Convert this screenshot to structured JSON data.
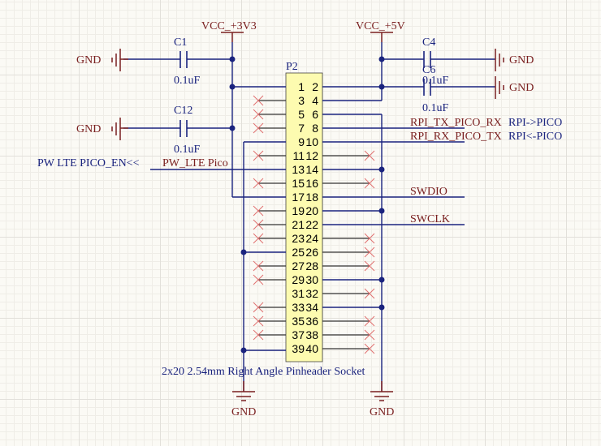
{
  "designator": "P2",
  "description": "2x20 2.54mm Right Angle Pinheader Socket",
  "power": {
    "vcc33": "VCC_+3V3",
    "vcc5": "VCC_+5V",
    "gnd": "GND"
  },
  "capacitors": [
    {
      "ref": "C1",
      "value": "0.1uF"
    },
    {
      "ref": "C12",
      "value": "0.1uF"
    },
    {
      "ref": "C4",
      "value": "0.1uF"
    },
    {
      "ref": "C6",
      "value": "0.1uF"
    }
  ],
  "net_labels": {
    "pw_lte": "PW_LTE Pico",
    "rpi_tx": "RPI_TX_PICO_RX",
    "rpi_rx": "RPI_RX_PICO_TX",
    "swdio": "SWDIO",
    "swclk": "SWCLK"
  },
  "ports": {
    "pw_en": "PW LTE PICO_EN<<",
    "rpi_to_pico": "RPI->PICO",
    "pico_to_rpi": "RPI<-PICO"
  },
  "pins_left": [
    "1",
    "3",
    "5",
    "7",
    "9",
    "11",
    "13",
    "15",
    "17",
    "19",
    "21",
    "23",
    "25",
    "27",
    "29",
    "31",
    "33",
    "35",
    "37",
    "39"
  ],
  "pins_right": [
    "2",
    "4",
    "6",
    "8",
    "10",
    "12",
    "14",
    "16",
    "18",
    "20",
    "22",
    "24",
    "26",
    "28",
    "30",
    "32",
    "34",
    "36",
    "38",
    "40"
  ],
  "colors": {
    "wire": "#1a237e",
    "power": "#7a2020",
    "body": "#fdfbb0",
    "noconnect": "#e07070"
  }
}
